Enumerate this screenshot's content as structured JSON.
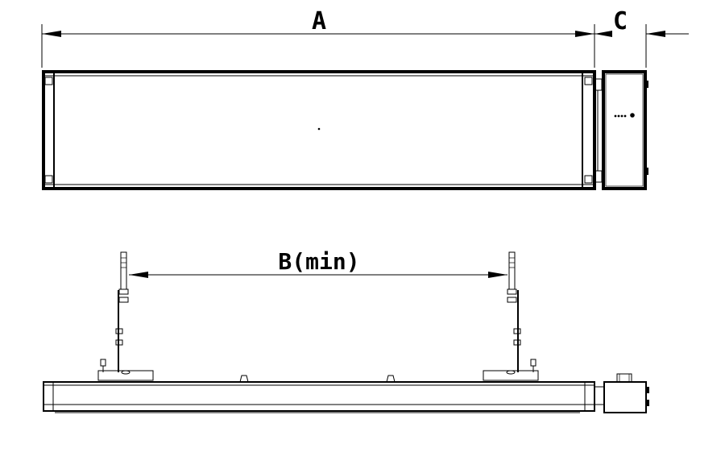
{
  "diagram": {
    "labels": {
      "a": "A",
      "b": "B(min)",
      "c": "C"
    },
    "colors": {
      "line": "#000000",
      "background": "#ffffff"
    }
  }
}
